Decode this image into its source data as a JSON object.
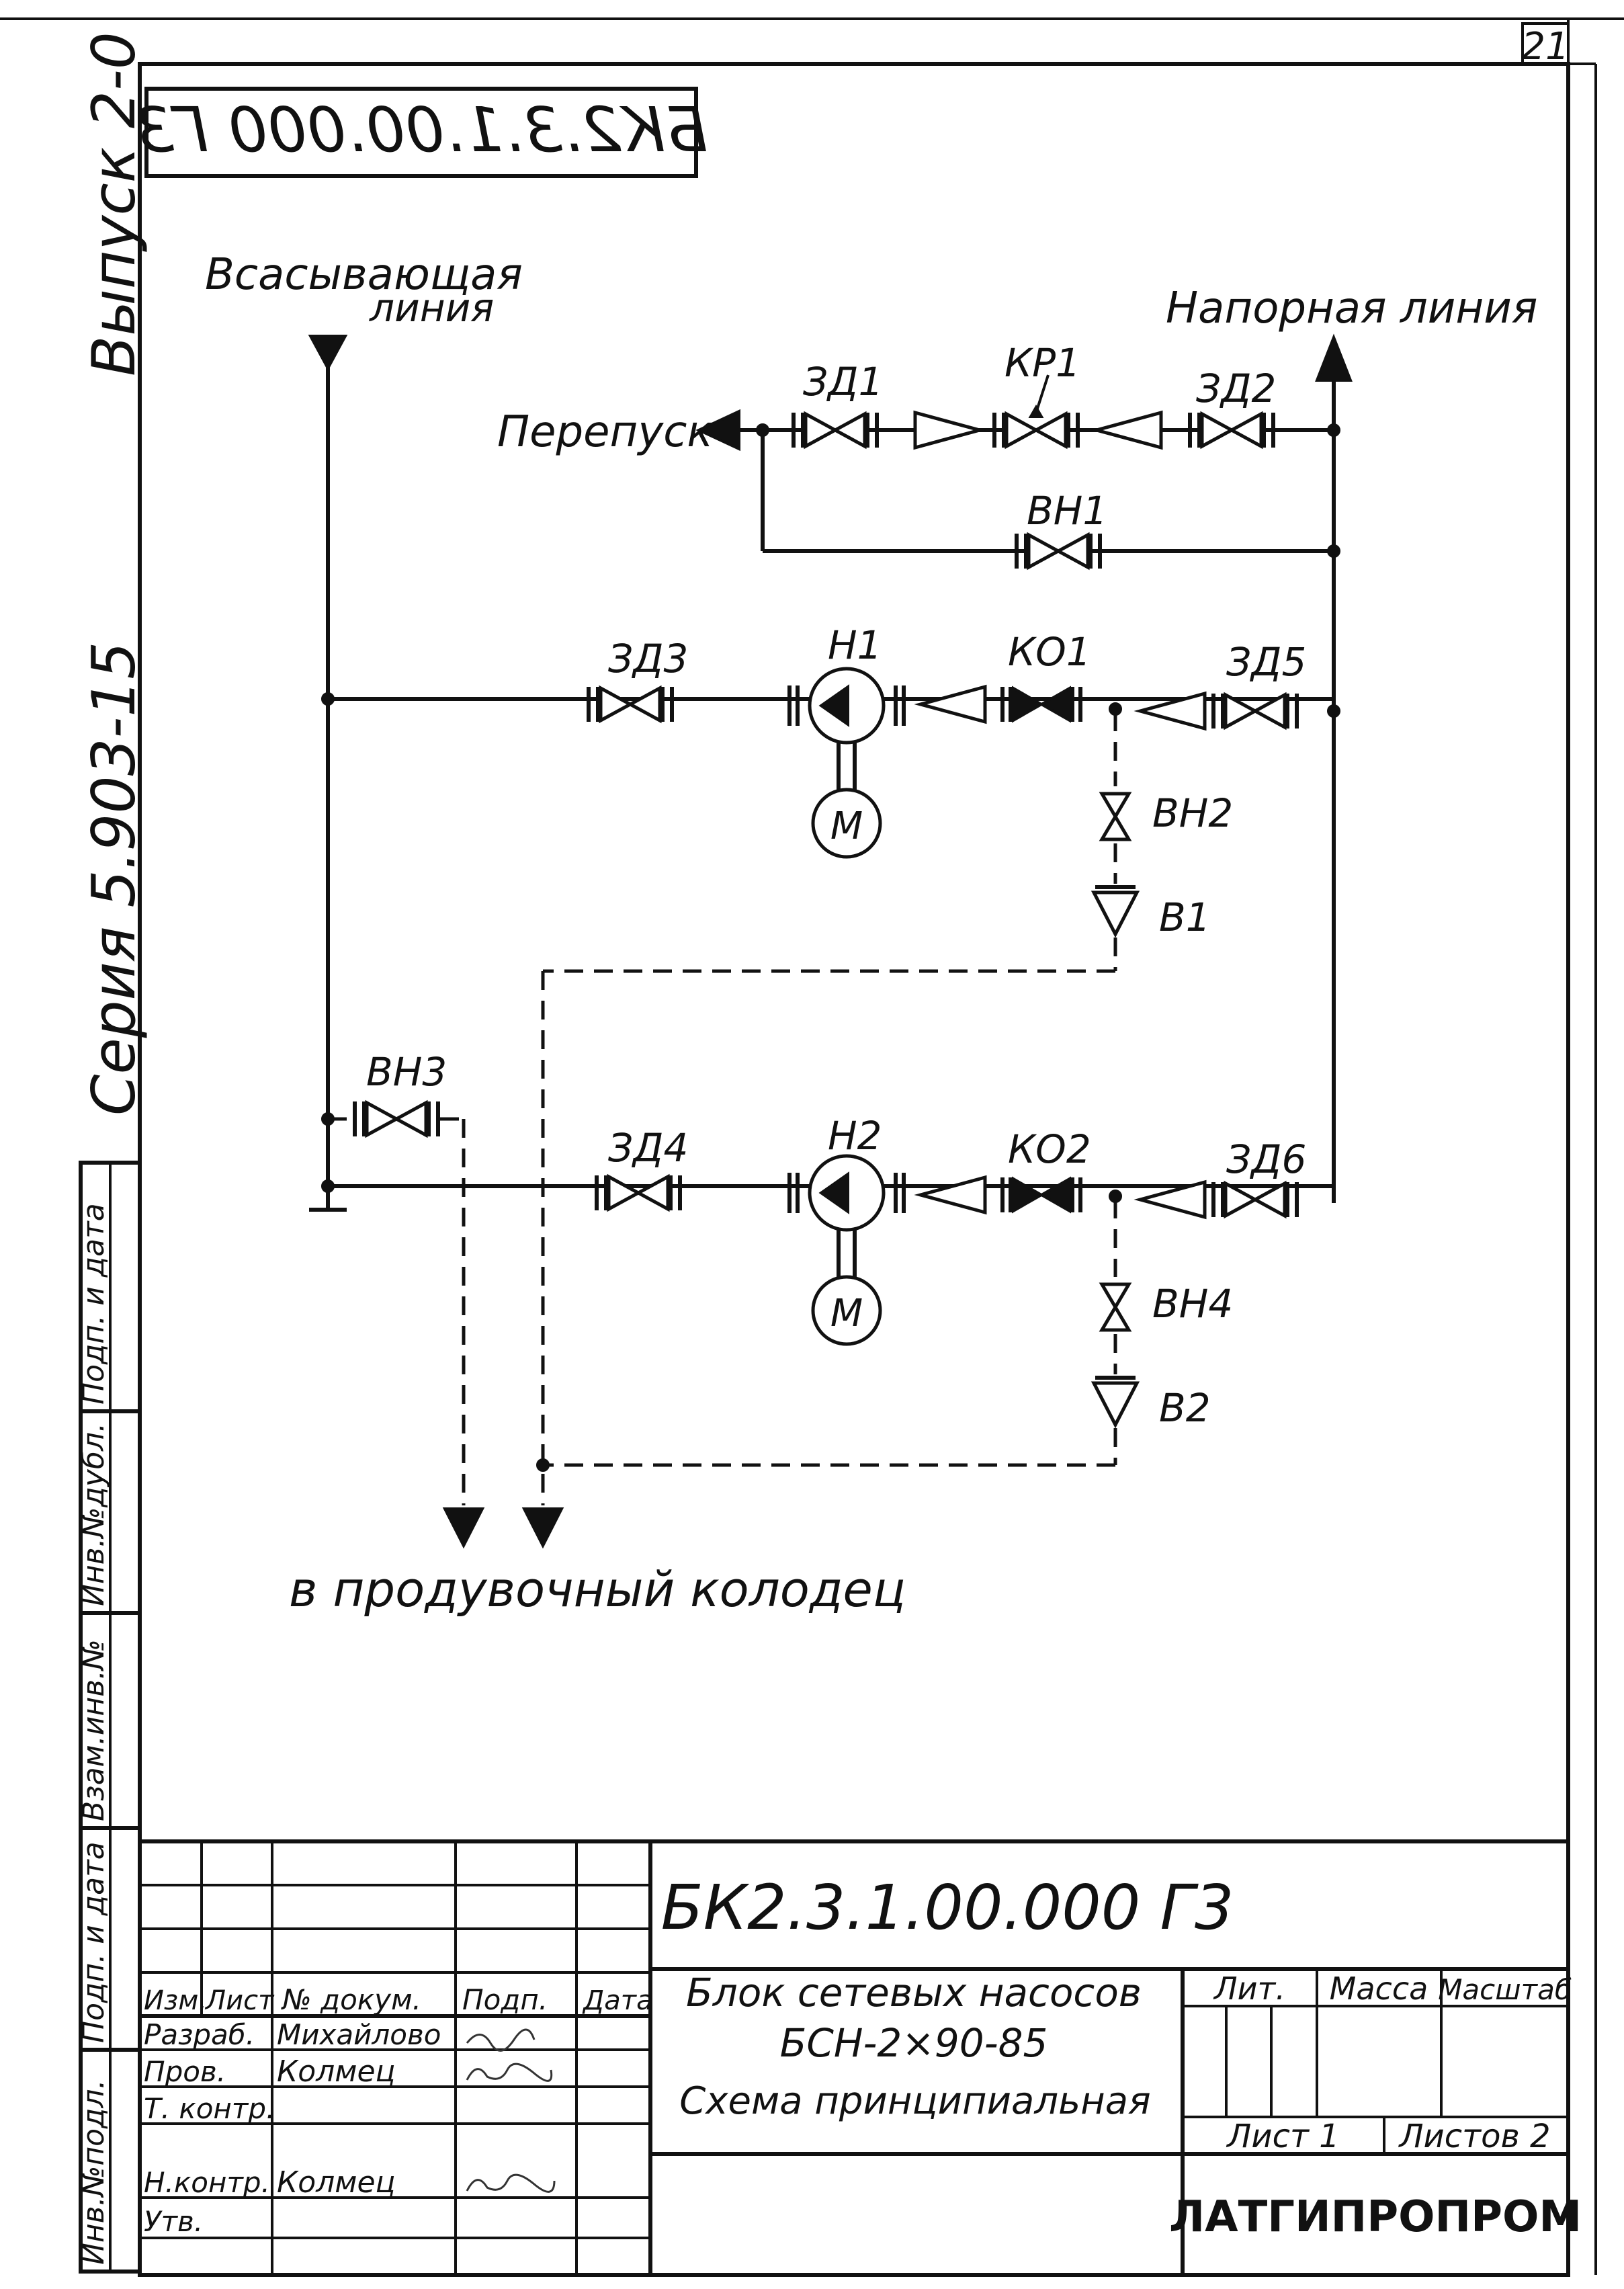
{
  "sheet_number": "21",
  "drawing_code_mirrored": "БК2.3.1.00.000 Г3",
  "side": {
    "issue": "Выпуск 2-0",
    "series": "Серия 5.903-15",
    "stamp_cols": [
      "Инв.№подл.",
      "Подп. и дата",
      "Взам.инв.№",
      "Инв.№дубл.",
      "Подп. и дата"
    ]
  },
  "lines": {
    "suction": [
      "Всасывающая",
      "линия"
    ],
    "pressure": "Напорная линия",
    "bypass": "Перепуск",
    "drain": "в продувочный колодец"
  },
  "equipment": {
    "zd1": "ЗД1",
    "kr1": "КР1",
    "zd2": "ЗД2",
    "vn1": "ВН1",
    "zd3": "ЗД3",
    "n1": "Н1",
    "ko1": "КО1",
    "zd5": "ЗД5",
    "vn2": "ВН2",
    "v1": "В1",
    "m1": "М",
    "vn3": "ВН3",
    "zd4": "ЗД4",
    "n2": "Н2",
    "ko2": "КО2",
    "zd6": "ЗД6",
    "vn4": "ВН4",
    "v2": "В2",
    "m2": "М"
  },
  "title_block": {
    "code": "БК2.3.1.00.000 Г3",
    "name_line1": "Блок сетевых насосов",
    "name_line2": "БСН-2×90-85",
    "name_line3": "Схема принципиальная",
    "col_headers": [
      "Изм.",
      "Лист",
      "№ докум.",
      "Подп.",
      "Дата"
    ],
    "role_razrab": "Разраб.",
    "role_prov": "Пров.",
    "role_tkontr": "Т. контр.",
    "role_nkontr": "Н.контр.",
    "role_utv": "Утв.",
    "name_razrab": "Михайлово",
    "name_prov": "Колмец",
    "name_nkontr": "Колмец",
    "lit": "Лит.",
    "massa": "Масса",
    "masshtab": "Масштаб",
    "list": "Лист 1",
    "listov": "Листов 2",
    "org": "ЛАТГИПРОПРОМ"
  }
}
